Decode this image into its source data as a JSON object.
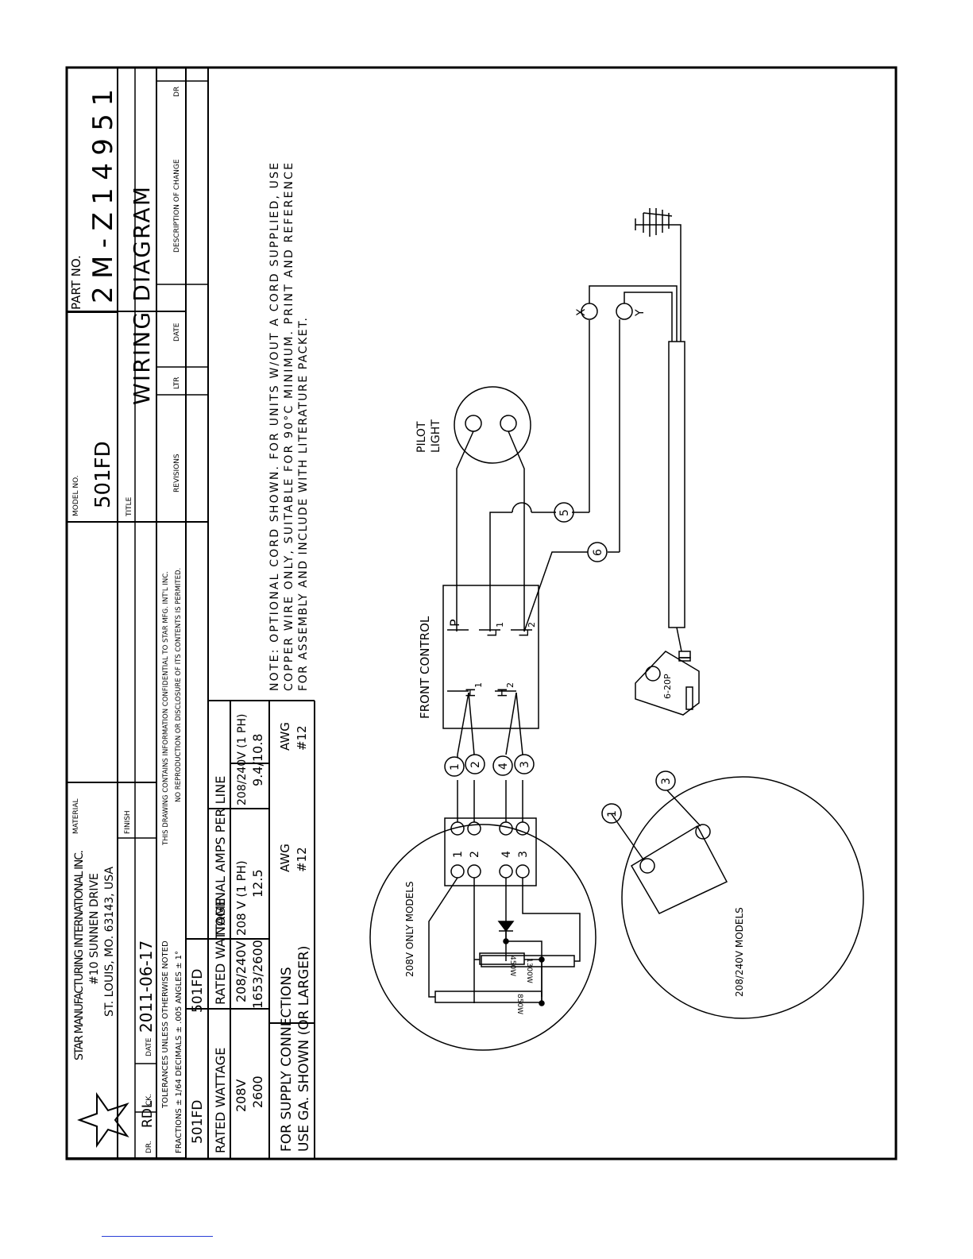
{
  "title_block": {
    "company_name": "STAR MANUFACTURING INTERNATIONAL  INC.",
    "address_line1": "#10 SUNNEN DRIVE",
    "address_line2": "ST. LOUIS, MO. 63143, USA",
    "material_label": "MATERIAL",
    "finish_label": "FINISH",
    "model_no_label": "MODEL  NO.",
    "model_no": "501FD",
    "part_no_label": "PART  NO.",
    "part_no": "2M-Z14951",
    "title_label": "TITLE",
    "title": "WIRING  DIAGRAM",
    "dr_label": "DR.",
    "dr_value": "RDL",
    "ck_label": "CK.",
    "date_label": "DATE",
    "date_value": "2011-06-17",
    "tolerances_line1": "TOLERANCES  UNLESS  OTHERWISE  NOTED",
    "tolerances_line2": "FRACTIONS ± 1/64   DECIMALS ±  .005   ANGLES ± 1°",
    "confidential_line1": "THIS DRAWING CONTAINS INFORMATION CONFIDENTIAL TO STAR MFG. INT'L INC.",
    "confidential_line2": "NO REPRODUCTION OR DISCLOSURE OF ITS CONTENTS IS PERMITED.",
    "revisions_label": "REVISIONS",
    "ltr_label": "LTR",
    "rev_date_label": "DATE",
    "description_label": "DESCRIPTION  OF  CHANGE",
    "rev_dr_label": "DR"
  },
  "ratings": {
    "model_left": "501FD",
    "model_right": "501FD",
    "rated_wattage_a": "RATED  WATTAGE",
    "rated_wattage_b": "RATED  WATTAGE",
    "nominal_amps": "NOMINAL  AMPS  PER  LINE",
    "col1_v": "208V",
    "col1_w": "2600",
    "col2_v": "208/240V",
    "col2_w": "1653/2600",
    "col3_header": "208  V  (1  PH)",
    "col3_value": "12.5",
    "col4_header": "208/240V  (1  PH)",
    "col4_value": "9.4/10.8",
    "supply_line1": "FOR  SUPPLY  CONNECTIONS",
    "supply_line2": "USE  GA.  SHOWN  (OR  LARGER)",
    "awg_label1": "AWG",
    "awg_value1": "#12",
    "awg_label2": "AWG",
    "awg_value2": "#12"
  },
  "note": {
    "line1": "NOTE:  OPTIONAL  CORD  SHOWN.   FOR  UNITS  W/OUT  A  CORD  SUPPLIED,  USE",
    "line2": "COPPER  WIRE  ONLY,  SUITABLE  FOR  90°C  MINIMUM.  PRINT  AND  REFERENCE",
    "line3": "FOR  ASSEMBLY  AND  INCLUDE  WITH  LITERATURE  PACKET."
  },
  "diagram": {
    "front_control": "FRONT  CONTROL",
    "pilot_light_1": "PILOT",
    "pilot_light_2": "LIGHT",
    "term_p": "P",
    "term_l": "L",
    "sub_1": "1",
    "sub_2": "2",
    "term_h": "H",
    "x_label": "X",
    "y_label": "Y",
    "plug_label": "6-20P",
    "models_208": "208V  ONLY  MODELS",
    "models_208_240": "208/240V  MODELS",
    "heater_850": "850W",
    "heater_450": "450W",
    "heater_1300": "1300W",
    "wire_1": "1",
    "wire_2": "2",
    "wire_3": "3",
    "wire_4": "4",
    "wire_5": "5",
    "wire_6": "6"
  }
}
